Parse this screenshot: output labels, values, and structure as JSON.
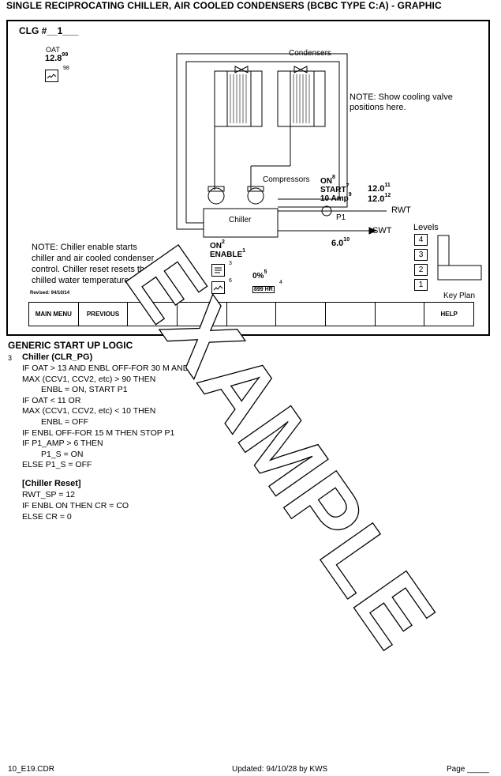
{
  "header": {
    "title": "SINGLE RECIPROCATING CHILLER, AIR COOLED CONDENSERS (BCBC TYPE C:A)  -  GRAPHIC"
  },
  "panel": {
    "clg_label": "CLG #__1___",
    "oat": {
      "label": "OAT",
      "value": "12.8",
      "ref_value": "99",
      "ref_trend": "98"
    },
    "condensers_label": "Condensers",
    "compressors_label": "Compressors",
    "chiller_label": "Chiller",
    "note_valve": [
      "NOTE: Show cooling valve",
      "positions here."
    ],
    "note_chiller": [
      "NOTE: Chiller enable starts",
      "chiller and air cooled condenser",
      "control.  Chiller reset resets the",
      "chilled water temperature."
    ],
    "revised": "Revised: 94/10/14",
    "pump": {
      "status": "ON",
      "status_ref": "8",
      "start": "START",
      "start_ref": "7",
      "amp": "10 Amp",
      "amp_ref": "9",
      "label": "P1"
    },
    "rwt": {
      "value": "12.0",
      "ref_actual": "11",
      "setpoint": "12.0",
      "ref_setpoint": "12",
      "label": "RWT"
    },
    "swt": {
      "value": "6.0",
      "ref": "10",
      "label": "SWT"
    },
    "enable": {
      "status": "ON",
      "status_ref": "2",
      "label": "ENABLE",
      "label_ref": "1",
      "report_ref": "3",
      "trend_ref": "6"
    },
    "reset": {
      "value": "0%",
      "ref": "5",
      "hours": "899 HR",
      "hours_ref": "4"
    },
    "levels": {
      "title": "Levels",
      "items": [
        "4",
        "3",
        "2",
        "1"
      ]
    },
    "key_plan": "Key Plan",
    "nav": [
      "MAIN MENU",
      "PREVIOUS",
      "",
      "",
      "",
      "",
      "",
      "",
      "HELP"
    ]
  },
  "logic": {
    "title": "GENERIC START UP LOGIC",
    "item_num": "3",
    "item_title": "Chiller (CLR_PG)",
    "lines": [
      {
        "t": "IF OAT > 13 AND ENBL OFF-FOR 30 M AND",
        "i": 0
      },
      {
        "t": "MAX (CCV1, CCV2, etc) > 90 THEN",
        "i": 0
      },
      {
        "t": "ENBL = ON, START P1",
        "i": 1
      },
      {
        "t": "IF OAT < 11 OR",
        "i": 0
      },
      {
        "t": "MAX (CCV1, CCV2, etc) < 10 THEN",
        "i": 0
      },
      {
        "t": "ENBL = OFF",
        "i": 1
      },
      {
        "t": "IF ENBL OFF-FOR 15 M THEN STOP P1",
        "i": 0
      },
      {
        "t": "IF P1_AMP > 6 THEN",
        "i": 0
      },
      {
        "t": "P1_S = ON",
        "i": 1
      },
      {
        "t": "ELSE P1_S = OFF",
        "i": 0
      }
    ],
    "reset_title": "[Chiller Reset]",
    "reset_lines": [
      "RWT_SP = 12",
      "IF ENBL ON THEN CR = CO",
      "ELSE CR = 0"
    ]
  },
  "watermark": "EXAMPLE",
  "footer": {
    "file": "10_E19.CDR",
    "updated": "Updated: 94/10/28 by KWS",
    "page": "Page _____"
  }
}
